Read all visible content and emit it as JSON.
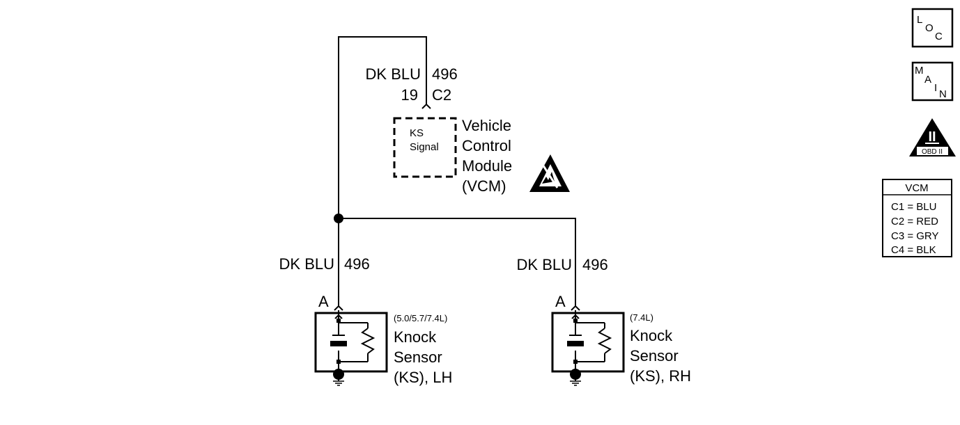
{
  "diagram": {
    "top_wire": {
      "color": "DK BLU",
      "circuit": "496",
      "pin": "19",
      "connector": "C2"
    },
    "vcm": {
      "internal_label": [
        "KS",
        "Signal"
      ],
      "name_lines": [
        "Vehicle",
        "Control",
        "Module",
        "(VCM)"
      ]
    },
    "left_branch": {
      "color": "DK BLU",
      "circuit": "496",
      "pin": "A",
      "engine_note": "(5.0/5.7/7.4L)",
      "name_lines": [
        "Knock",
        "Sensor",
        "(KS), LH"
      ]
    },
    "right_branch": {
      "color": "DK BLU",
      "circuit": "496",
      "pin": "A",
      "engine_note": "(7.4L)",
      "name_lines": [
        "Knock",
        "Sensor",
        "(KS), RH"
      ]
    }
  },
  "sidebar": {
    "loc_icon": {
      "letters": [
        "L",
        "O",
        "C"
      ]
    },
    "main_icon": {
      "letters": [
        "M",
        "A",
        "I",
        "N"
      ]
    },
    "obd_icon": {
      "numeral": "II",
      "label": "OBD II"
    },
    "connector_legend": {
      "title": "VCM",
      "rows": [
        "C1 = BLU",
        "C2 = RED",
        "C3 = GRY",
        "C4 = BLK"
      ]
    }
  },
  "icons": [
    "esd-warning-icon",
    "loc-icon",
    "main-icon",
    "obd-ii-icon",
    "ground-icon",
    "crystal-icon",
    "resistor-icon"
  ]
}
